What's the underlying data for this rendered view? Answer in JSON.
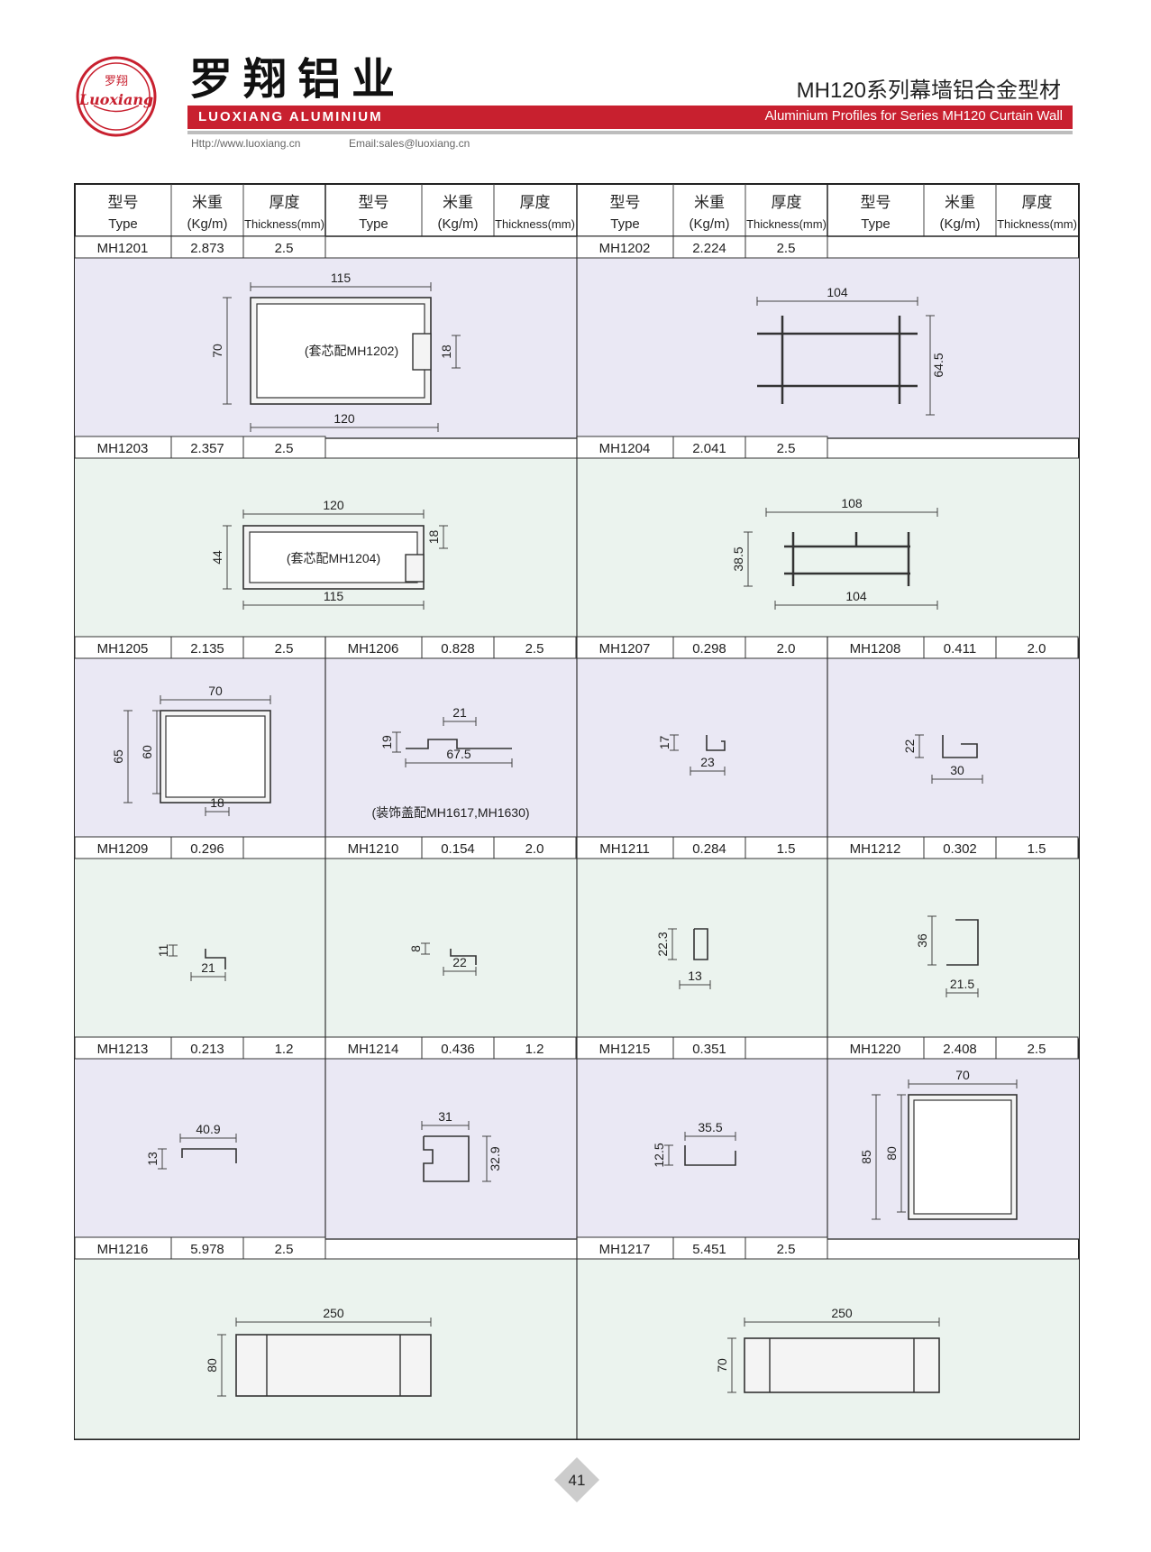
{
  "header": {
    "brand_cn": "罗翔铝业",
    "logo_cn": "罗翔",
    "logo_en": "Luoxiang",
    "brand_en": "LUOXIANG ALUMINIUM",
    "series_cn": "MH120系列幕墙铝合金型材",
    "series_en": "Aluminium Profiles for Series MH120 Curtain Wall",
    "website": "Http://www.luoxiang.cn",
    "email": "Email:sales@luoxiang.cn",
    "accent_color": "#c8202f"
  },
  "columns": [
    {
      "cn": "型号",
      "en": "Type"
    },
    {
      "cn": "米重",
      "en": "(Kg/m)"
    },
    {
      "cn": "厚度",
      "en": "Thickness(mm)"
    }
  ],
  "products": [
    {
      "type": "MH1201",
      "weight": "2.873",
      "thickness": "2.5",
      "dims": [
        "115",
        "120",
        "70",
        "18"
      ],
      "note": "(套芯配MH1202)"
    },
    {
      "type": "MH1202",
      "weight": "2.224",
      "thickness": "2.5",
      "dims": [
        "104",
        "64.5"
      ]
    },
    {
      "type": "MH1203",
      "weight": "2.357",
      "thickness": "2.5",
      "dims": [
        "120",
        "115",
        "44",
        "18"
      ],
      "note": "(套芯配MH1204)"
    },
    {
      "type": "MH1204",
      "weight": "2.041",
      "thickness": "2.5",
      "dims": [
        "108",
        "104",
        "38.5"
      ]
    },
    {
      "type": "MH1205",
      "weight": "2.135",
      "thickness": "2.5",
      "dims": [
        "70",
        "65",
        "60",
        "18"
      ]
    },
    {
      "type": "MH1206",
      "weight": "0.828",
      "thickness": "2.5",
      "dims": [
        "21",
        "19",
        "67.5"
      ],
      "note": "(装饰盖配MH1617,MH1630)"
    },
    {
      "type": "MH1207",
      "weight": "0.298",
      "thickness": "2.0",
      "dims": [
        "17",
        "23"
      ]
    },
    {
      "type": "MH1208",
      "weight": "0.411",
      "thickness": "2.0",
      "dims": [
        "22",
        "30"
      ]
    },
    {
      "type": "MH1209",
      "weight": "0.296",
      "thickness": "",
      "dims": [
        "11",
        "21"
      ]
    },
    {
      "type": "MH1210",
      "weight": "0.154",
      "thickness": "2.0",
      "dims": [
        "8",
        "22"
      ]
    },
    {
      "type": "MH1211",
      "weight": "0.284",
      "thickness": "1.5",
      "dims": [
        "22.3",
        "13"
      ]
    },
    {
      "type": "MH1212",
      "weight": "0.302",
      "thickness": "1.5",
      "dims": [
        "36",
        "21.5"
      ]
    },
    {
      "type": "MH1213",
      "weight": "0.213",
      "thickness": "1.2",
      "dims": [
        "40.9",
        "13"
      ]
    },
    {
      "type": "MH1214",
      "weight": "0.436",
      "thickness": "1.2",
      "dims": [
        "31",
        "32.9"
      ]
    },
    {
      "type": "MH1215",
      "weight": "0.351",
      "thickness": "",
      "dims": [
        "35.5",
        "12.5"
      ]
    },
    {
      "type": "MH1220",
      "weight": "2.408",
      "thickness": "2.5",
      "dims": [
        "70",
        "85",
        "80"
      ]
    },
    {
      "type": "MH1216",
      "weight": "5.978",
      "thickness": "2.5",
      "dims": [
        "250",
        "80"
      ]
    },
    {
      "type": "MH1217",
      "weight": "5.451",
      "thickness": "2.5",
      "dims": [
        "250",
        "70"
      ]
    }
  ],
  "page_number": "41"
}
